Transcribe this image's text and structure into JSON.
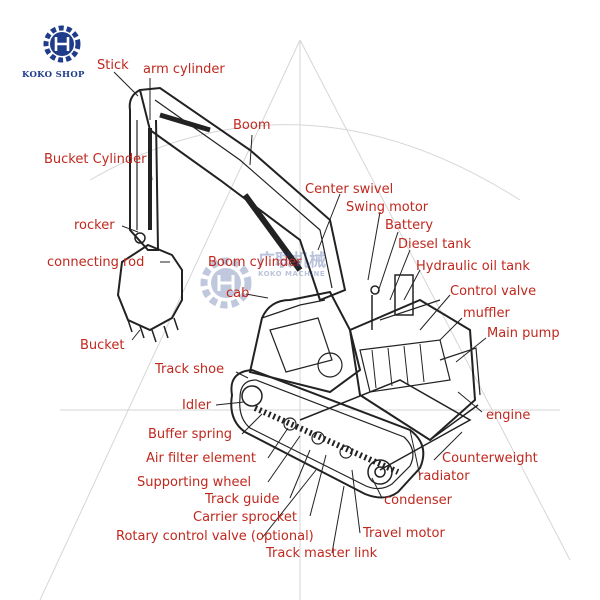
{
  "brand": {
    "name": "KOKO SHOP",
    "watermark_cn": "广联机械",
    "watermark_en": "KOKO MACHINE"
  },
  "colors": {
    "label": "#c0281e",
    "line": "#222222",
    "brand": "#1f3c8a",
    "watermark_grid": "#d6d6d6"
  },
  "labels": {
    "stick": "Stick",
    "arm_cylinder": "arm cylinder",
    "boom": "Boom",
    "bucket_cylinder": "Bucket Cylinder",
    "center_swivel": "Center swivel",
    "swing_motor": "Swing motor",
    "battery": "Battery",
    "rocker": "rocker",
    "diesel_tank": "Diesel tank",
    "connecting_rod": "connecting rod",
    "boom_cylinder": "Boom cylinder",
    "hydraulic_oil_tank": "Hydraulic oil tank",
    "cab": "cab",
    "control_valve": "Control valve",
    "muffler": "muffler",
    "main_pump": "Main pump",
    "bucket": "Bucket",
    "track_shoe": "Track shoe",
    "idler": "Idler",
    "engine": "engine",
    "buffer_spring": "Buffer spring",
    "air_filter_element": "Air filter element",
    "counterweight": "Counterweight",
    "radiator": "radiator",
    "supporting_wheel": "Supporting wheel",
    "track_guide": "Track guide",
    "condenser": "condenser",
    "carrier_sprocket": "Carrier sprocket",
    "travel_motor": "Travel motor",
    "rotary_control_valve": "Rotary control valve (optional)",
    "track_master_link": "Track master link"
  }
}
